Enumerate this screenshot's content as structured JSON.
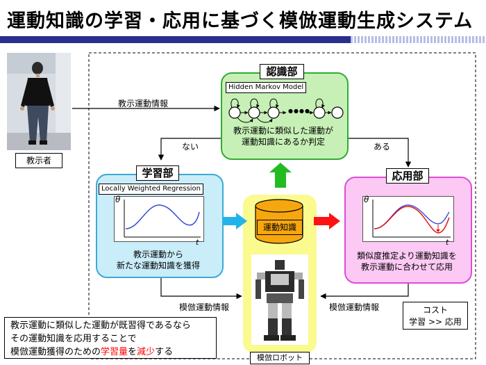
{
  "title": "運動知識の学習・応用に基づく模倣運動生成システム",
  "demonstrator": {
    "label": "教示者"
  },
  "edges": {
    "teach_info": "教示運動情報",
    "no": "ない",
    "yes": "ある",
    "imitation_info_left": "模倣運動情報",
    "imitation_info_right": "模倣運動情報"
  },
  "recognition": {
    "title": "認識部",
    "model": "Hidden Markov Model",
    "line1": "教示運動に類似した運動が",
    "line2": "運動知識にあるか判定",
    "ellipsis": "●●●●"
  },
  "learning": {
    "title": "学習部",
    "model": "Locally Weighted Regression",
    "line1": "教示運動から",
    "line2": "新たな運動知識を獲得"
  },
  "application": {
    "title": "応用部",
    "line1": "類似度推定より運動知識を",
    "line2": "教示運動に合わせて応用"
  },
  "plot": {
    "y_label": "θ",
    "x_label": "t"
  },
  "db": {
    "label": "運動知識"
  },
  "robot": {
    "label": "模倣ロボット"
  },
  "cost": {
    "title": "コスト",
    "formula": "学習 >> 応用"
  },
  "note": {
    "line1": "教示運動に類似した運動が既習得であるなら",
    "line2": "その運動知識を応用することで",
    "line3_pre": "模倣運動獲得のための",
    "line3_red1": "学習量",
    "line3_mid": "を",
    "line3_red2": "減少",
    "line3_post": "する"
  },
  "colors": {
    "navy": "#2a2e8f",
    "recognition_bg": "#c7f0b6",
    "learning_bg": "#c9edf9",
    "application_bg": "#fbc9f3",
    "robot_bg": "#fafa8e",
    "db_fill": "#f6a60e",
    "red_text": "#ff0000"
  }
}
